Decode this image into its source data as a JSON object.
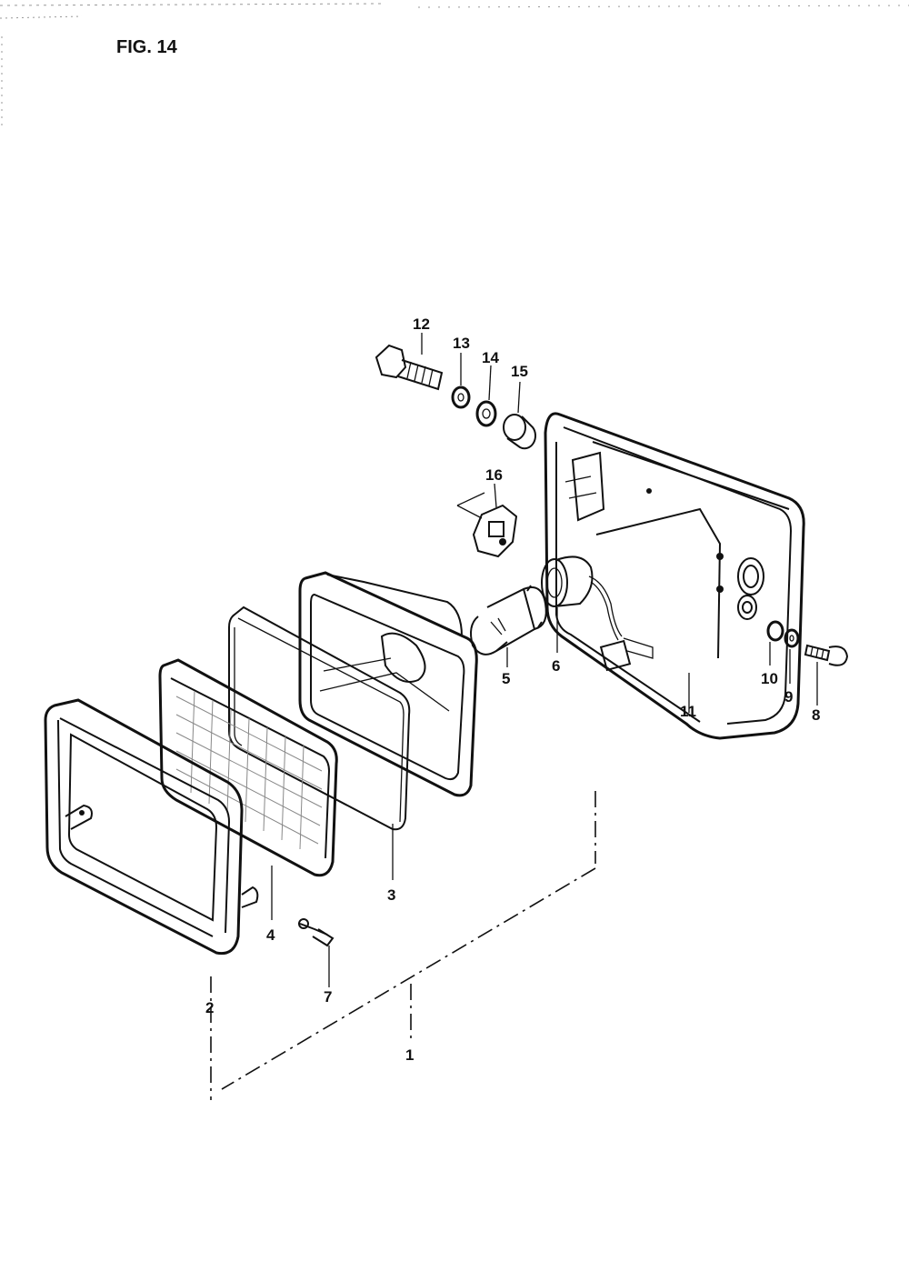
{
  "figure": {
    "title": "FIG. 14"
  },
  "callouts": [
    {
      "id": "1",
      "text": "1"
    },
    {
      "id": "2",
      "text": "2"
    },
    {
      "id": "3",
      "text": "3"
    },
    {
      "id": "4",
      "text": "4"
    },
    {
      "id": "5",
      "text": "5"
    },
    {
      "id": "6",
      "text": "6"
    },
    {
      "id": "7",
      "text": "7"
    },
    {
      "id": "8",
      "text": "8"
    },
    {
      "id": "9",
      "text": "9"
    },
    {
      "id": "10",
      "text": "10"
    },
    {
      "id": "11",
      "text": "11"
    },
    {
      "id": "12",
      "text": "12"
    },
    {
      "id": "13",
      "text": "13"
    },
    {
      "id": "14",
      "text": "14"
    },
    {
      "id": "15",
      "text": "15"
    },
    {
      "id": "16",
      "text": "16"
    }
  ]
}
